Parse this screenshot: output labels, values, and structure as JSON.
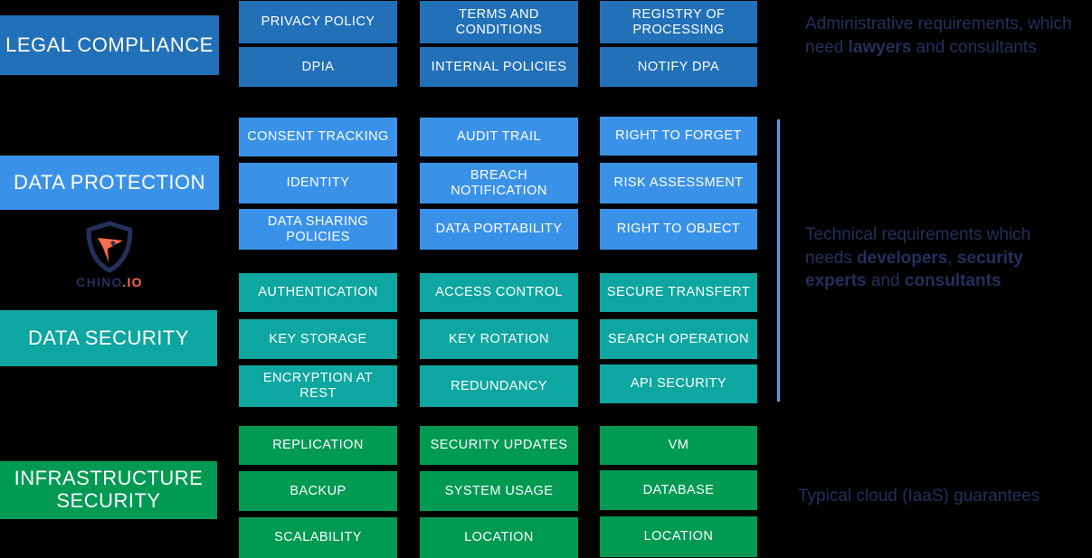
{
  "meta": {
    "background": "#000000",
    "logo": {
      "name_main": "CHINO",
      "name_suffix": ".IO",
      "shield_color": "#23305c",
      "arrow_color": "#f86d4a"
    }
  },
  "colors": {
    "legal_compliance": "#2270b8",
    "data_protection": "#3a92e8",
    "data_security": "#0da6a0",
    "infrastructure_security": "#019a53",
    "bracket_line": "#4aa3ee",
    "note_text": "#23305c"
  },
  "categories": [
    {
      "key": "legal_compliance",
      "label": "LEGAL COMPLIANCE",
      "items": [
        {
          "label": "PRIVACY POLICY"
        },
        {
          "label": "TERMS AND CONDITIONS"
        },
        {
          "label": "REGISTRY OF PROCESSING"
        },
        {
          "label": "DPIA"
        },
        {
          "label": "INTERNAL POLICIES"
        },
        {
          "label": "NOTIFY DPA"
        }
      ]
    },
    {
      "key": "data_protection",
      "label": "DATA PROTECTION",
      "items": [
        {
          "label": "CONSENT TRACKING"
        },
        {
          "label": "AUDIT TRAIL"
        },
        {
          "label": "RIGHT TO FORGET"
        },
        {
          "label": "IDENTITY"
        },
        {
          "label": "BREACH NOTIFICATION"
        },
        {
          "label": "RISK ASSESSMENT"
        },
        {
          "label": "DATA SHARING POLICIES"
        },
        {
          "label": "DATA PORTABILITY"
        },
        {
          "label": "RIGHT TO OBJECT"
        }
      ]
    },
    {
      "key": "data_security",
      "label": "DATA SECURITY",
      "items": [
        {
          "label": "AUTHENTICATION"
        },
        {
          "label": "ACCESS CONTROL"
        },
        {
          "label": "SECURE TRANSFERT"
        },
        {
          "label": "KEY STORAGE"
        },
        {
          "label": "KEY ROTATION"
        },
        {
          "label": "SEARCH OPERATION"
        },
        {
          "label": "ENCRYPTION AT REST"
        },
        {
          "label": "REDUNDANCY"
        },
        {
          "label": "API SECURITY"
        }
      ]
    },
    {
      "key": "infrastructure_security",
      "label": "INFRASTRUCTURE SECURITY",
      "items": [
        {
          "label": "REPLICATION"
        },
        {
          "label": "SECURITY UPDATES"
        },
        {
          "label": "VM"
        },
        {
          "label": "BACKUP"
        },
        {
          "label": "SYSTEM USAGE"
        },
        {
          "label": "DATABASE"
        },
        {
          "label": "SCALABILITY"
        },
        {
          "label": "LOCATION"
        },
        {
          "label": "LOCATION"
        }
      ]
    }
  ],
  "notes": {
    "administrative": {
      "part1": "Administrative requirements, which need ",
      "bold1": "lawyers",
      "part2": " and consultants"
    },
    "technical": {
      "part1": "Technical requirements which needs ",
      "bold1": "developers",
      "part2": ", ",
      "bold2": "security experts",
      "part3": " and ",
      "bold3": "consultants"
    },
    "cloud": {
      "text": "Typical cloud (IaaS) guarantees"
    }
  }
}
